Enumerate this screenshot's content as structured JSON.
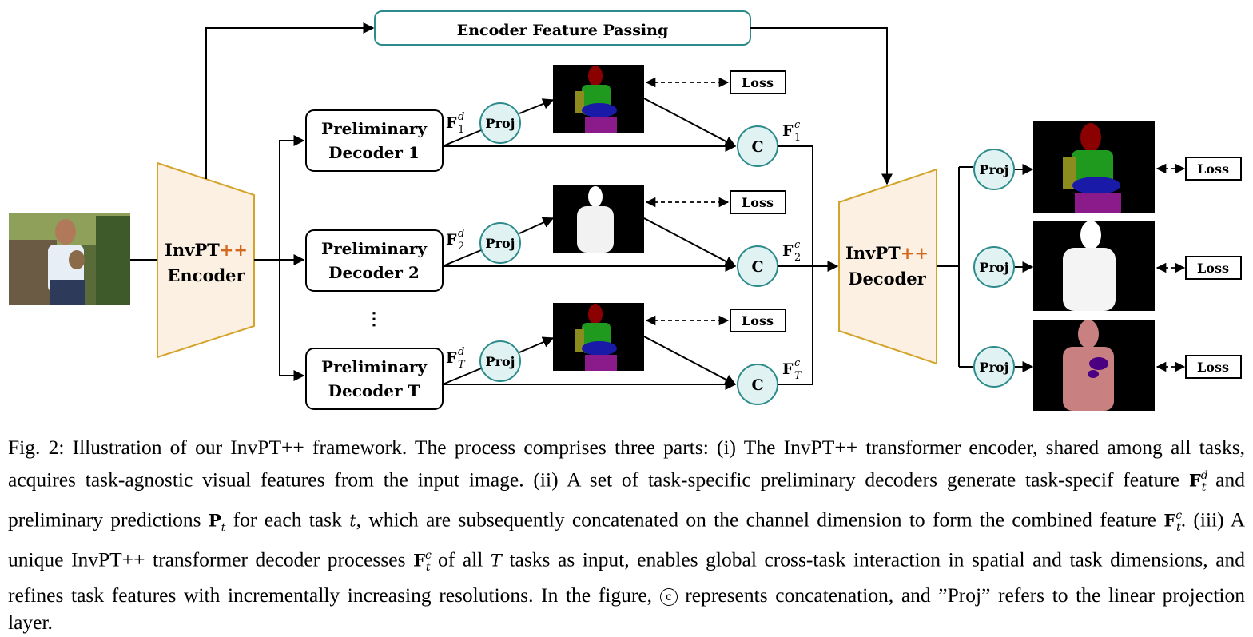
{
  "encoder_feature_passing": "Encoder Feature Passing",
  "encoder": {
    "name": "InvPT",
    "plus": "++",
    "role": "Encoder"
  },
  "decoder": {
    "name": "InvPT",
    "plus": "++",
    "role": "Decoder"
  },
  "preliminary_decoders": [
    {
      "line1": "Preliminary",
      "line2": "Decoder 1",
      "feature_sub": "1"
    },
    {
      "line1": "Preliminary",
      "line2": "Decoder 2",
      "feature_sub": "2"
    },
    {
      "line1": "Preliminary",
      "line2": "Decoder T",
      "feature_sub": "T"
    }
  ],
  "ellipsis": "⋮",
  "proj_label": "Proj",
  "concat_label": "C",
  "loss_label": "Loss",
  "feature_d_symbol": "F",
  "feature_d_sup": "d",
  "feature_c_symbol": "F",
  "feature_c_sup": "c",
  "colors": {
    "teal_border": "#2e8b8b",
    "teal_fill": "#e0f2f2",
    "trapezoid_fill": "#fbf0e1",
    "trapezoid_border": "#d4a32a",
    "plus_orange": "#d2691e",
    "seg_head": "#8b0000",
    "seg_torso": "#1f9a1f",
    "seg_arm": "#1a1aa8",
    "seg_legs": "#8b1a8b",
    "seg_leftarm": "#8b8b1f",
    "parts_body": "#c88080",
    "parts_detail": "#4b0082"
  },
  "caption": {
    "p1": "Fig. 2: Illustration of our InvPT++ framework. The process comprises three parts: (i) The InvPT++ transformer encoder, shared among all tasks, acquires task-agnostic visual features from the input image. (ii) A set of task-specific preliminary decoders generate task-specif feature ",
    "Fsym": "F",
    "t": "t",
    "d": "d",
    "p2": " and preliminary predictions ",
    "Psym": "P",
    "p3": " for each task ",
    "p4": ", which are subsequently concatenated on the channel dimension to form the combined feature ",
    "c": "c",
    "p5": ". (iii) A unique InvPT++ transformer decoder processes ",
    "p6": " of all ",
    "T": "T",
    "p7": " tasks as input, enables global cross-task interaction in spatial and task dimensions, and refines task features with incrementally increasing resolutions. In the figure, ",
    "circC": "c",
    "p8": " represents concatenation, and ”Proj” refers to the linear projection layer."
  }
}
